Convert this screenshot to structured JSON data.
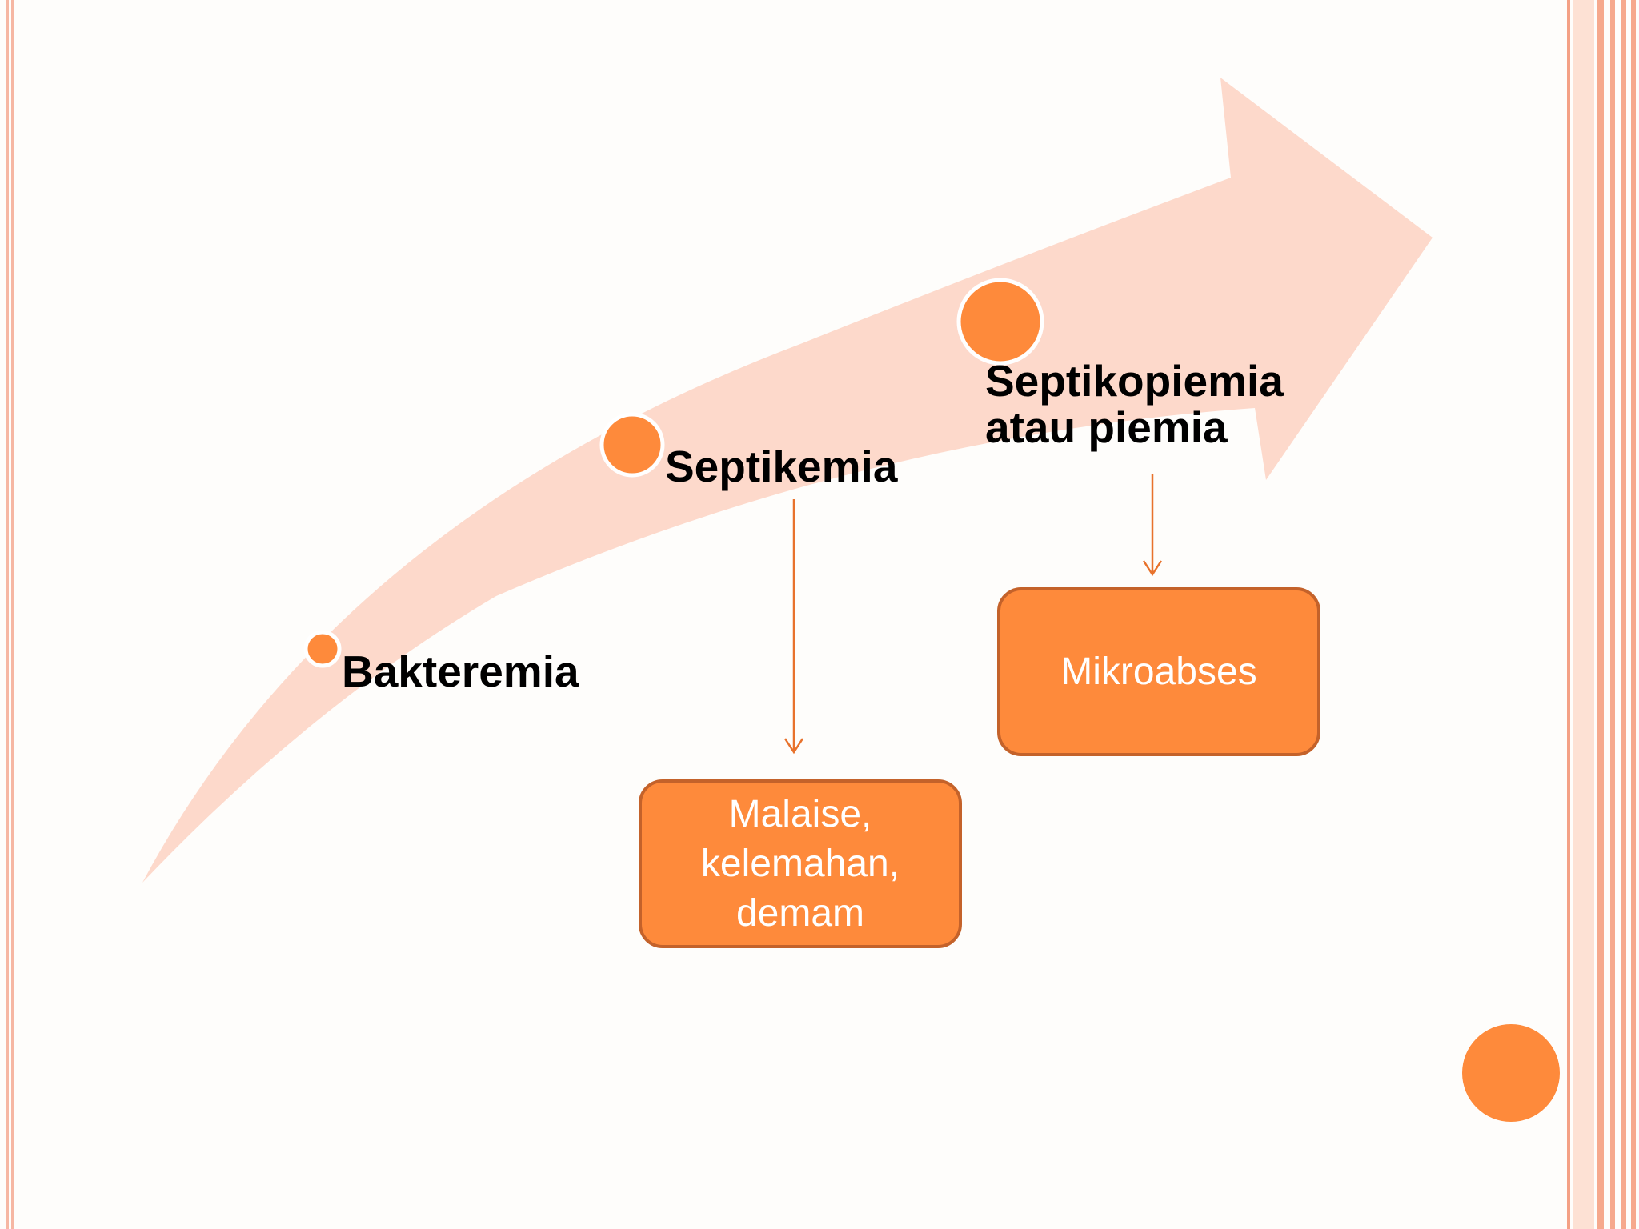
{
  "colors": {
    "accent_orange": "#fe8a3b",
    "box_border": "#c4622a",
    "arrow_fill": "#fdd9cb",
    "connector": "#e8722c",
    "frame_stripe": "#f6a98d",
    "background": "#fefdfb"
  },
  "stages": [
    {
      "label": "Bakteremia"
    },
    {
      "label": "Septikemia"
    },
    {
      "label": "Septikopiemia\natau piemia"
    }
  ],
  "outcomes": [
    {
      "label": "Malaise,\nkelemahan,\ndemam"
    },
    {
      "label": "Mikroabses"
    }
  ]
}
